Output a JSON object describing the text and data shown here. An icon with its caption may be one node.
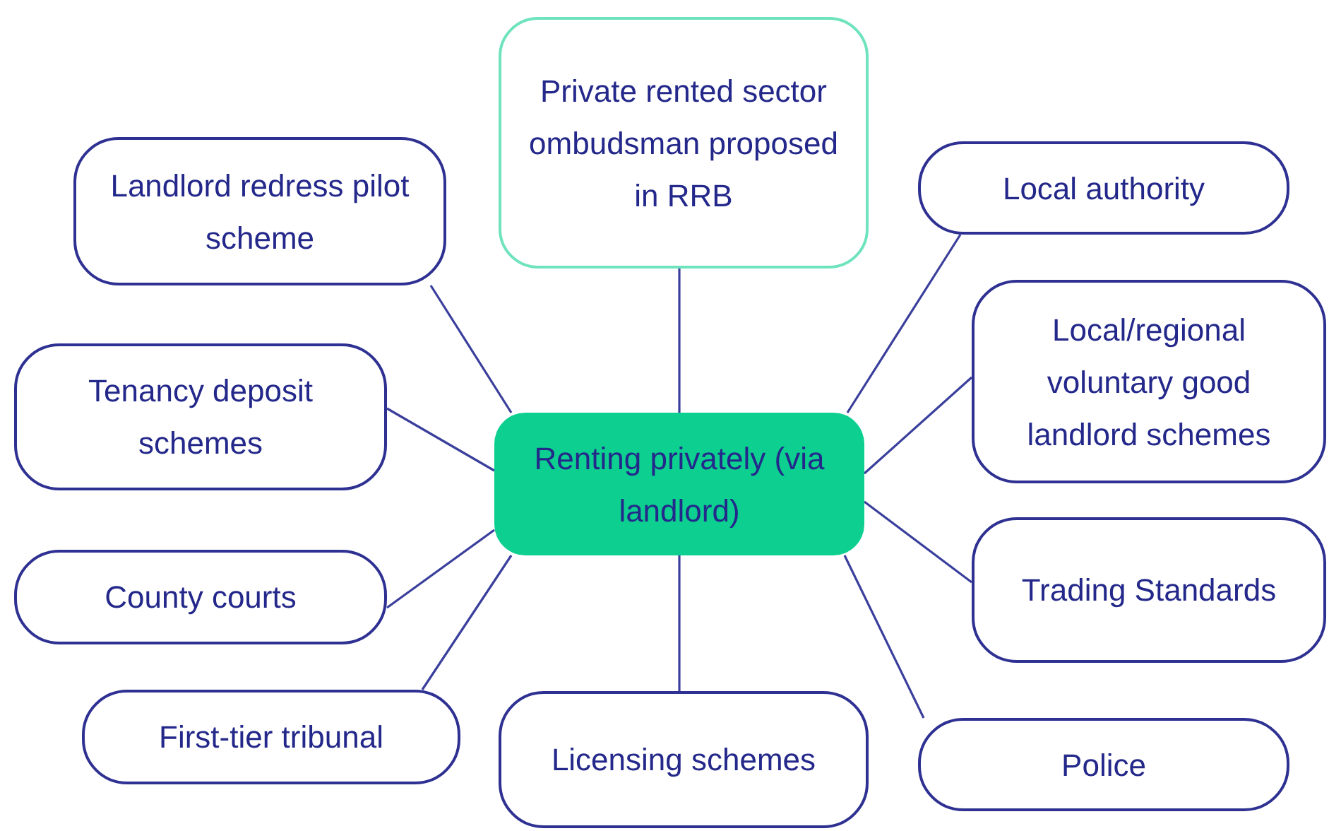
{
  "diagram": {
    "nodes": [
      {
        "text": [
          "Renting privately (via landlord)"
        ]
      },
      {
        "text": [
          "Private rented sector ombudsman proposed in RRB"
        ]
      },
      {
        "text": [
          "Landlord redress pilot scheme"
        ]
      },
      {
        "text": [
          "Local authority"
        ]
      },
      {
        "text": [
          "Tenancy deposit schemes"
        ]
      },
      {
        "text": [
          "Local/regional voluntary good landlord schemes"
        ]
      },
      {
        "text": [
          "County courts"
        ]
      },
      {
        "text": [
          "Trading Standards"
        ]
      },
      {
        "text": [
          "First-tier tribunal"
        ]
      },
      {
        "text": [
          "Licensing schemes"
        ]
      },
      {
        "text": [
          "Police"
        ]
      }
    ],
    "edges": [
      {
        "from": 0,
        "to": 1,
        "arrow": "none"
      },
      {
        "from": 0,
        "to": 2,
        "arrow": "none"
      },
      {
        "from": 0,
        "to": 3,
        "arrow": "none"
      },
      {
        "from": 0,
        "to": 4,
        "arrow": "none"
      },
      {
        "from": 0,
        "to": 5,
        "arrow": "none"
      },
      {
        "from": 0,
        "to": 6,
        "arrow": "none"
      },
      {
        "from": 0,
        "to": 7,
        "arrow": "none"
      },
      {
        "from": 0,
        "to": 8,
        "arrow": "none"
      },
      {
        "from": 0,
        "to": 9,
        "arrow": "none"
      },
      {
        "from": 0,
        "to": 10,
        "arrow": "none"
      }
    ]
  }
}
